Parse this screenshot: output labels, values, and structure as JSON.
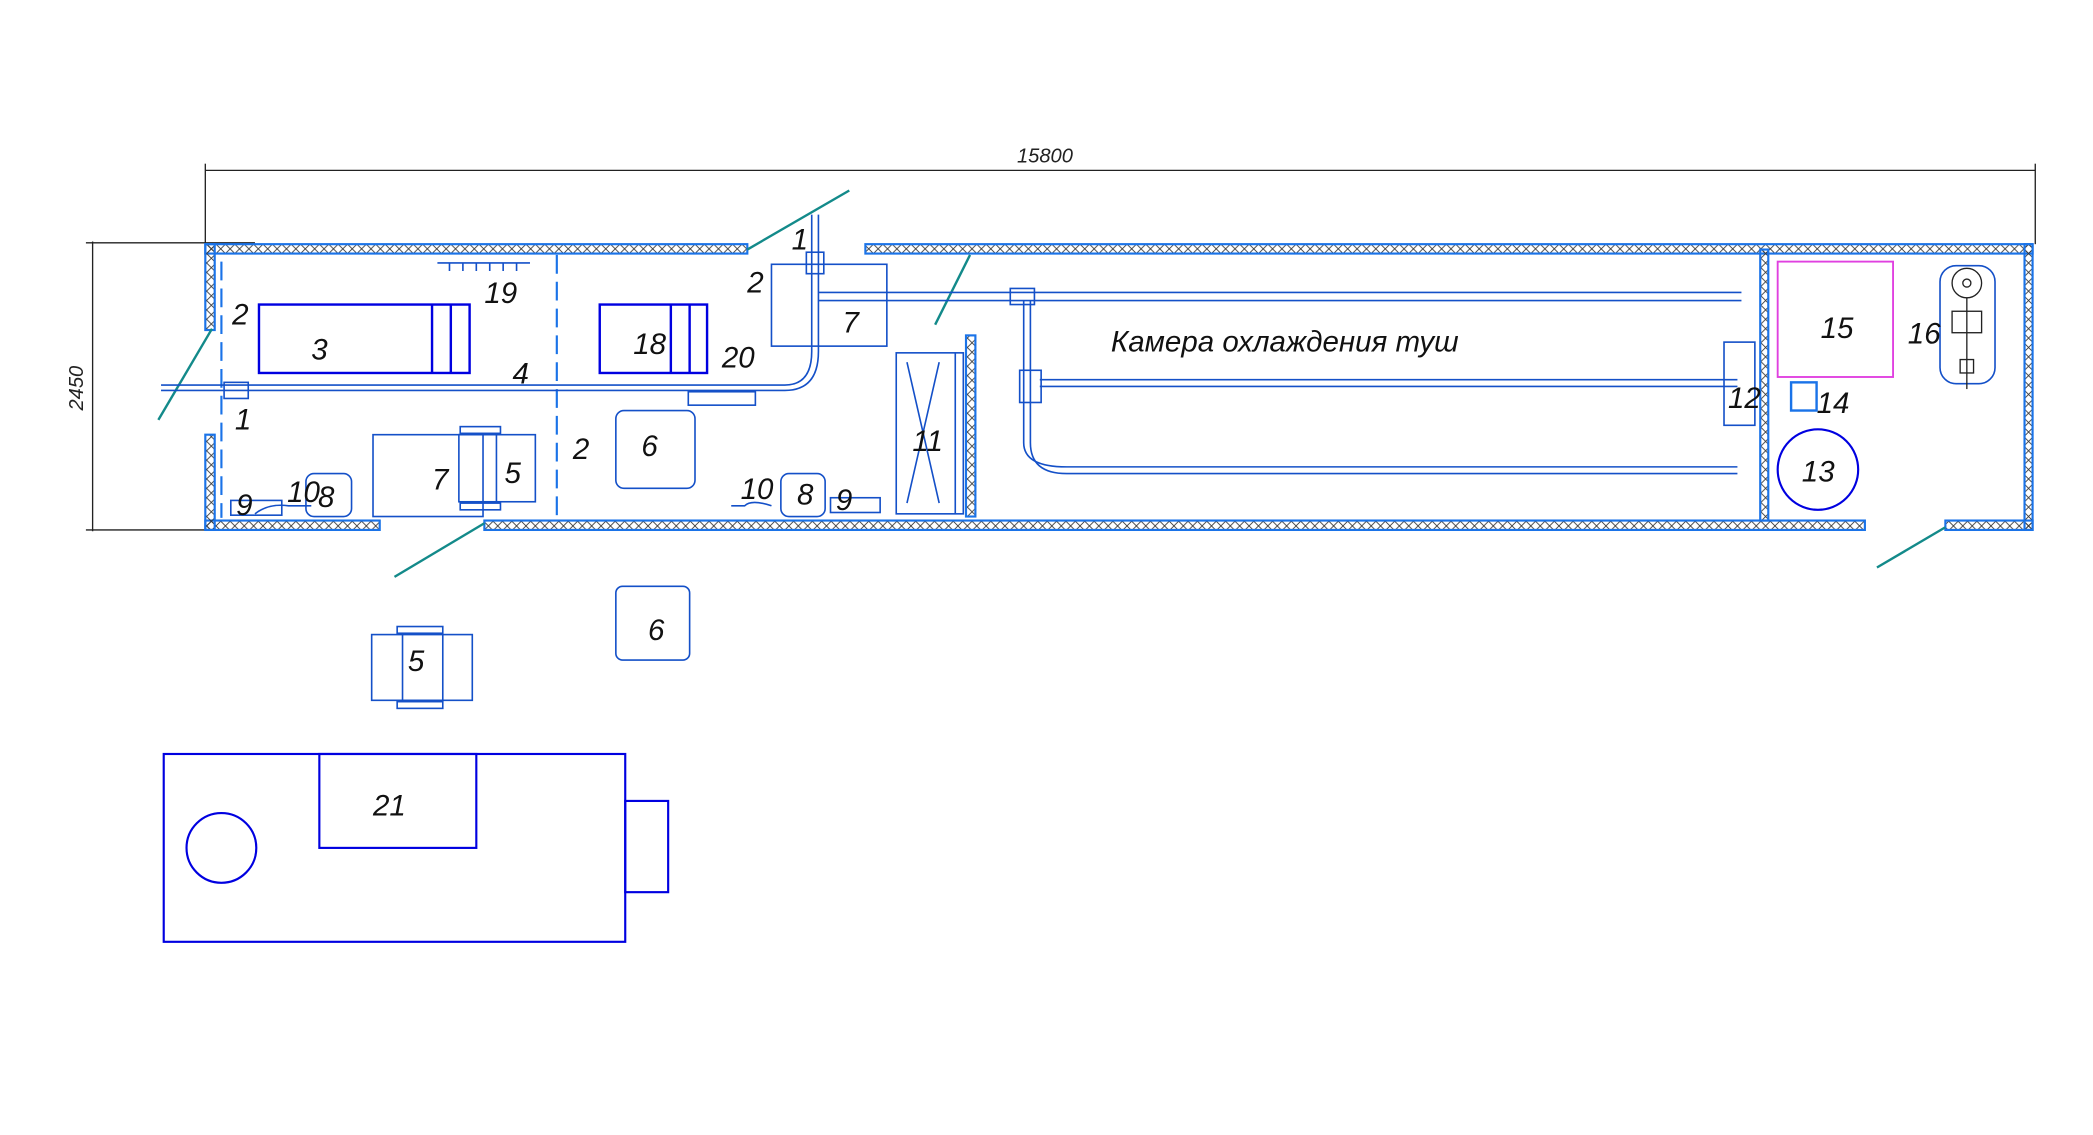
{
  "dimensions": {
    "length": "15800",
    "width": "2450"
  },
  "room_title": "Камера охлаждения туш",
  "labels": {
    "l1a": "1",
    "l1b": "1",
    "l2a": "2",
    "l2b": "2",
    "l2c": "2",
    "l3": "3",
    "l4": "4",
    "l5a": "5",
    "l5b": "5",
    "l6a": "6",
    "l6b": "6",
    "l7a": "7",
    "l7b": "7",
    "l8a": "8",
    "l8b": "8",
    "l9a": "9",
    "l9b": "9",
    "l10a": "10",
    "l10b": "10",
    "l11": "11",
    "l12": "12",
    "l13": "13",
    "l14": "14",
    "l15": "15",
    "l16": "16",
    "l18": "18",
    "l19": "19",
    "l20": "20",
    "l21": "21"
  },
  "colors": {
    "wall": "#1a73e8",
    "equipment": "#0000e0",
    "door": "#138a8a",
    "highlight": "#e040e0"
  }
}
